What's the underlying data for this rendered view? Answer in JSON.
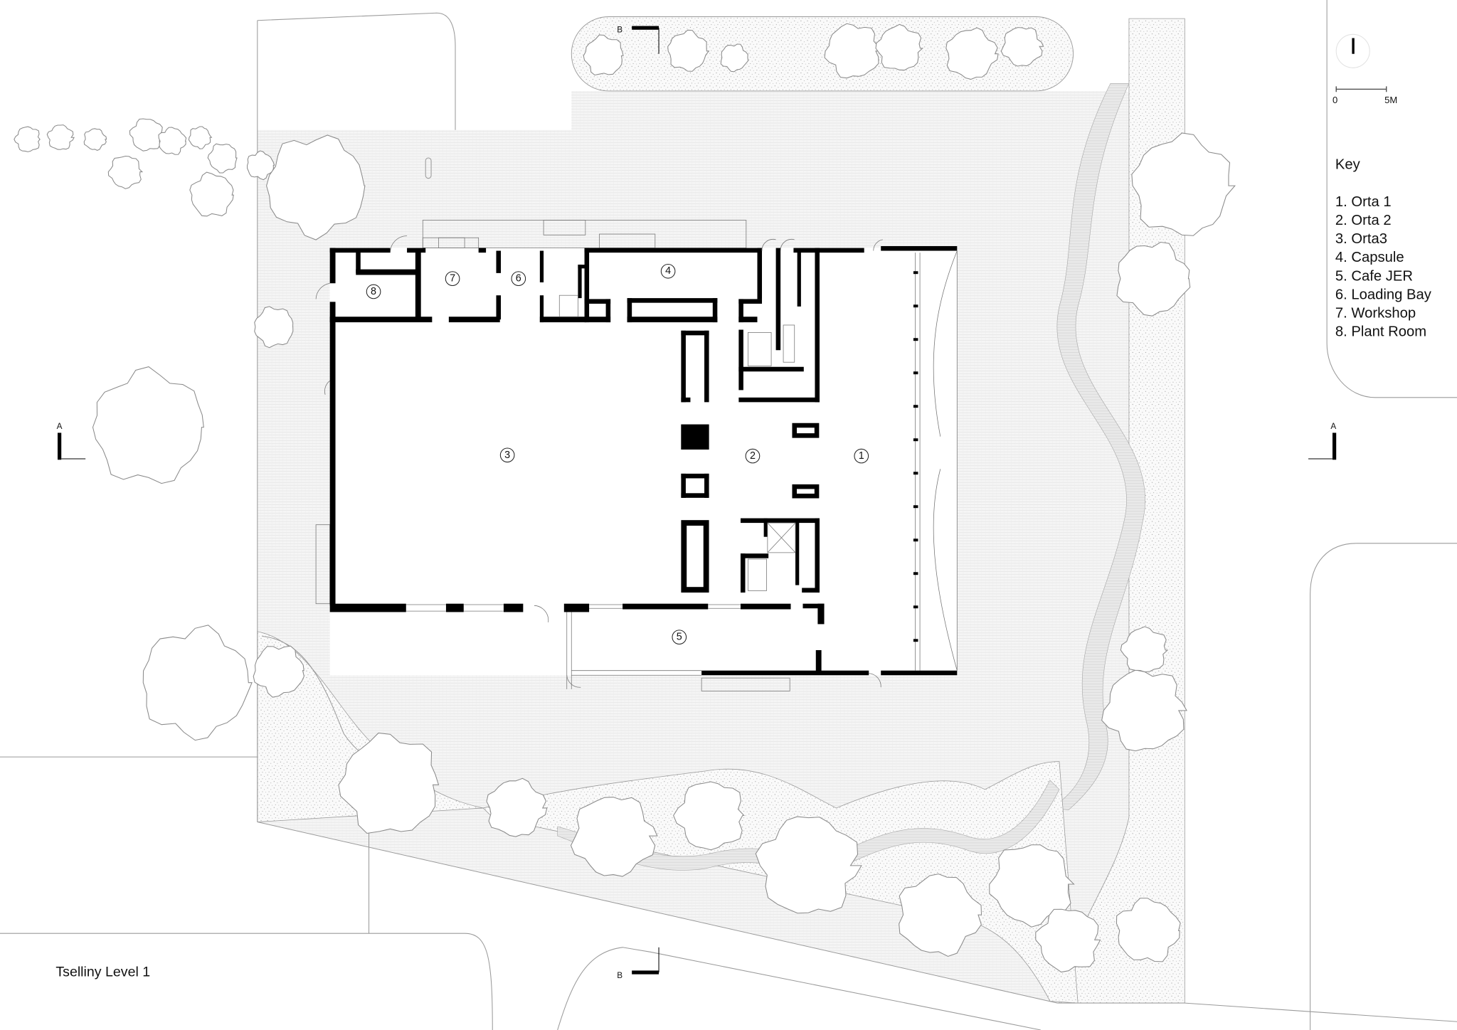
{
  "title": "Tselliny Level 1",
  "legend": {
    "scale_start": "0",
    "scale_end": "5M",
    "key_heading": "Key",
    "items": [
      "1. Orta 1",
      "2. Orta 2",
      "3. Orta3",
      "4. Capsule",
      "5. Cafe JER",
      "6. Loading Bay",
      "7. Workshop",
      "8. Plant Room"
    ]
  },
  "rooms": {
    "r1": "1",
    "r2": "2",
    "r3": "3",
    "r4": "4",
    "r5": "5",
    "r6": "6",
    "r7": "7",
    "r8": "8"
  },
  "sections": {
    "a_left": "A",
    "a_right": "A",
    "b_top": "B",
    "b_bottom": "B"
  },
  "colors": {
    "wall": "#000000",
    "paving": "#f1f1f1",
    "linework": "#9a9a9a"
  }
}
